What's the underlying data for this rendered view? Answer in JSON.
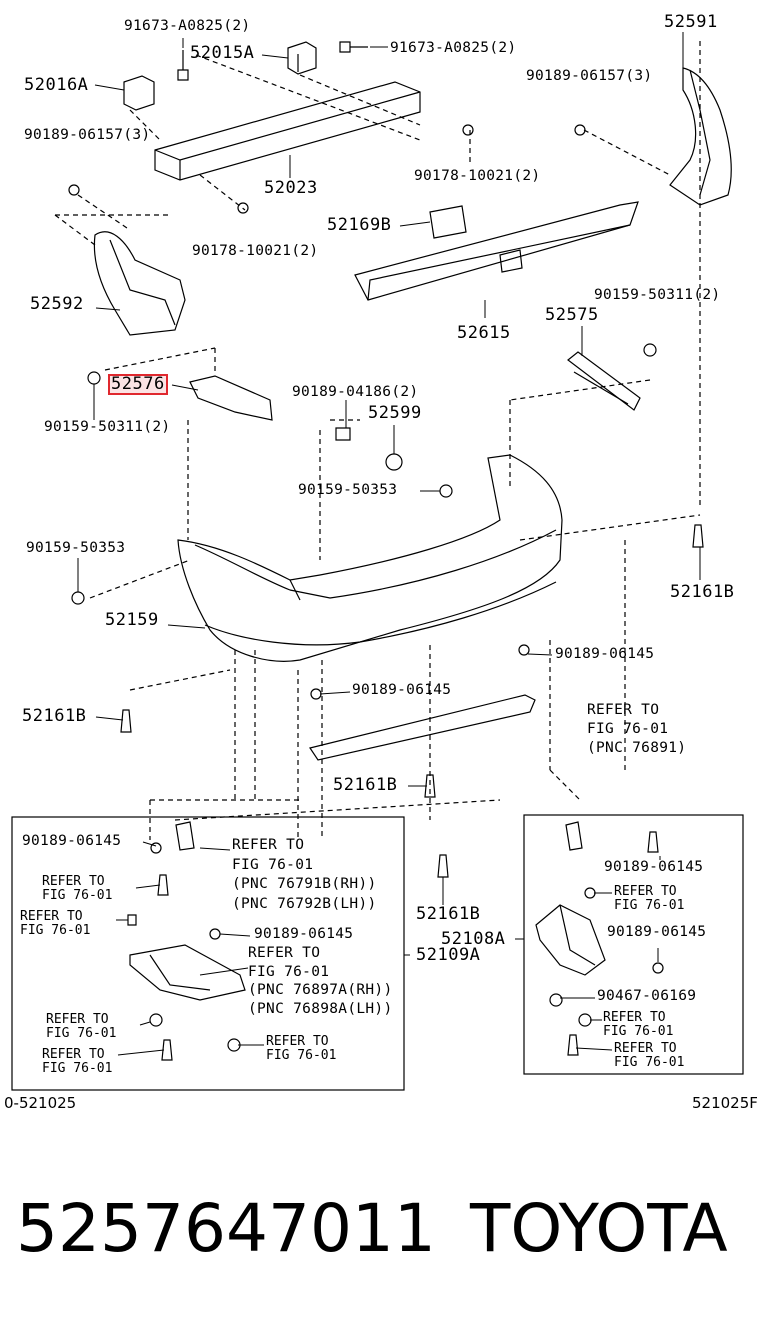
{
  "labels": {
    "p91673_a": "91673-A0825(2)",
    "p52015a": "52015A",
    "p91673_b": "91673-A0825(2)",
    "p52016a": "52016A",
    "p52591": "52591",
    "p90189_06157_r": "90189-06157(3)",
    "p90189_06157_l": "90189-06157(3)",
    "p52023": "52023",
    "p90178_r": "90178-10021(2)",
    "p90178_l": "90178-10021(2)",
    "p52169b": "52169B",
    "p52592": "52592",
    "p52615": "52615",
    "p90159_50311_r": "90159-50311(2)",
    "p52575": "52575",
    "p52576": "52576",
    "p90159_50311_l": "90159-50311(2)",
    "p90189_04186": "90189-04186(2)",
    "p52599": "52599",
    "p90159_50353_c": "90159-50353",
    "p90159_50353_l": "90159-50353",
    "p52161b_r": "52161B",
    "p52159": "52159",
    "p90189_06145_a": "90189-06145",
    "p90189_06145_b": "90189-06145",
    "refer_1": [
      "REFER TO",
      "FIG 76-01",
      "(PNC 76891)"
    ],
    "p52161b_l": "52161B",
    "p52161b_c": "52161B",
    "ll_90189_06145": "90189-06145",
    "ll_refer_pnc": [
      "REFER TO",
      "FIG 76-01",
      "(PNC 76791B(RH))",
      "(PNC 76792B(LH))"
    ],
    "ll_refer_a": [
      "REFER TO",
      "FIG 76-01"
    ],
    "ll_refer_b": [
      "REFER TO",
      "FIG 76-01"
    ],
    "ll_90189_06145_b": "90189-06145",
    "ll_refer_pnc2": [
      "REFER TO",
      "FIG 76-01",
      "(PNC 76897A(RH))",
      "(PNC 76898A(LH))"
    ],
    "ll_refer_c": [
      "REFER TO",
      "FIG 76-01"
    ],
    "ll_refer_d": [
      "REFER TO",
      "FIG 76-01"
    ],
    "ll_refer_e": [
      "REFER TO",
      "FIG 76-01"
    ],
    "p52109a": "52109A",
    "p52161b_m": "52161B",
    "p52108a": "52108A",
    "rb_90189_06145_a": "90189-06145",
    "rb_refer_a": [
      "REFER TO",
      "FIG 76-01"
    ],
    "rb_90189_06145_b": "90189-06145",
    "rb_90467": "90467-06169",
    "rb_refer_b": [
      "REFER TO",
      "FIG 76-01"
    ],
    "rb_refer_c": [
      "REFER TO",
      "FIG 76-01"
    ],
    "code_left": "0-521025",
    "code_right": "521025F"
  },
  "footer": {
    "part_number": "5257647011",
    "brand": "TOYOTA"
  },
  "highlight_color": "#e0282e"
}
